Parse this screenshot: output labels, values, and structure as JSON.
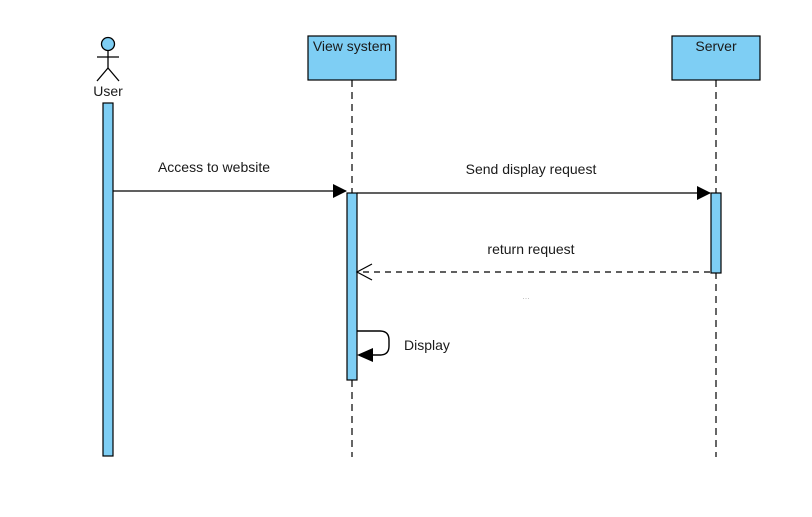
{
  "diagram": {
    "type": "sequence",
    "colors": {
      "fill": "#7ecef4",
      "stroke": "#000000",
      "background": "#ffffff"
    },
    "participants": [
      {
        "id": "user",
        "label": "User",
        "kind": "actor"
      },
      {
        "id": "view",
        "label": "View system",
        "kind": "box"
      },
      {
        "id": "server",
        "label": "Server",
        "kind": "box"
      }
    ],
    "messages": [
      {
        "label": "Access to website",
        "from": "user",
        "to": "view",
        "style": "solid"
      },
      {
        "label": "Send display request",
        "from": "view",
        "to": "server",
        "style": "solid"
      },
      {
        "label": "return request",
        "from": "server",
        "to": "view",
        "style": "dashed-return"
      },
      {
        "label": "Display",
        "from": "view",
        "to": "view",
        "style": "self"
      }
    ],
    "stray_mark": "..."
  }
}
